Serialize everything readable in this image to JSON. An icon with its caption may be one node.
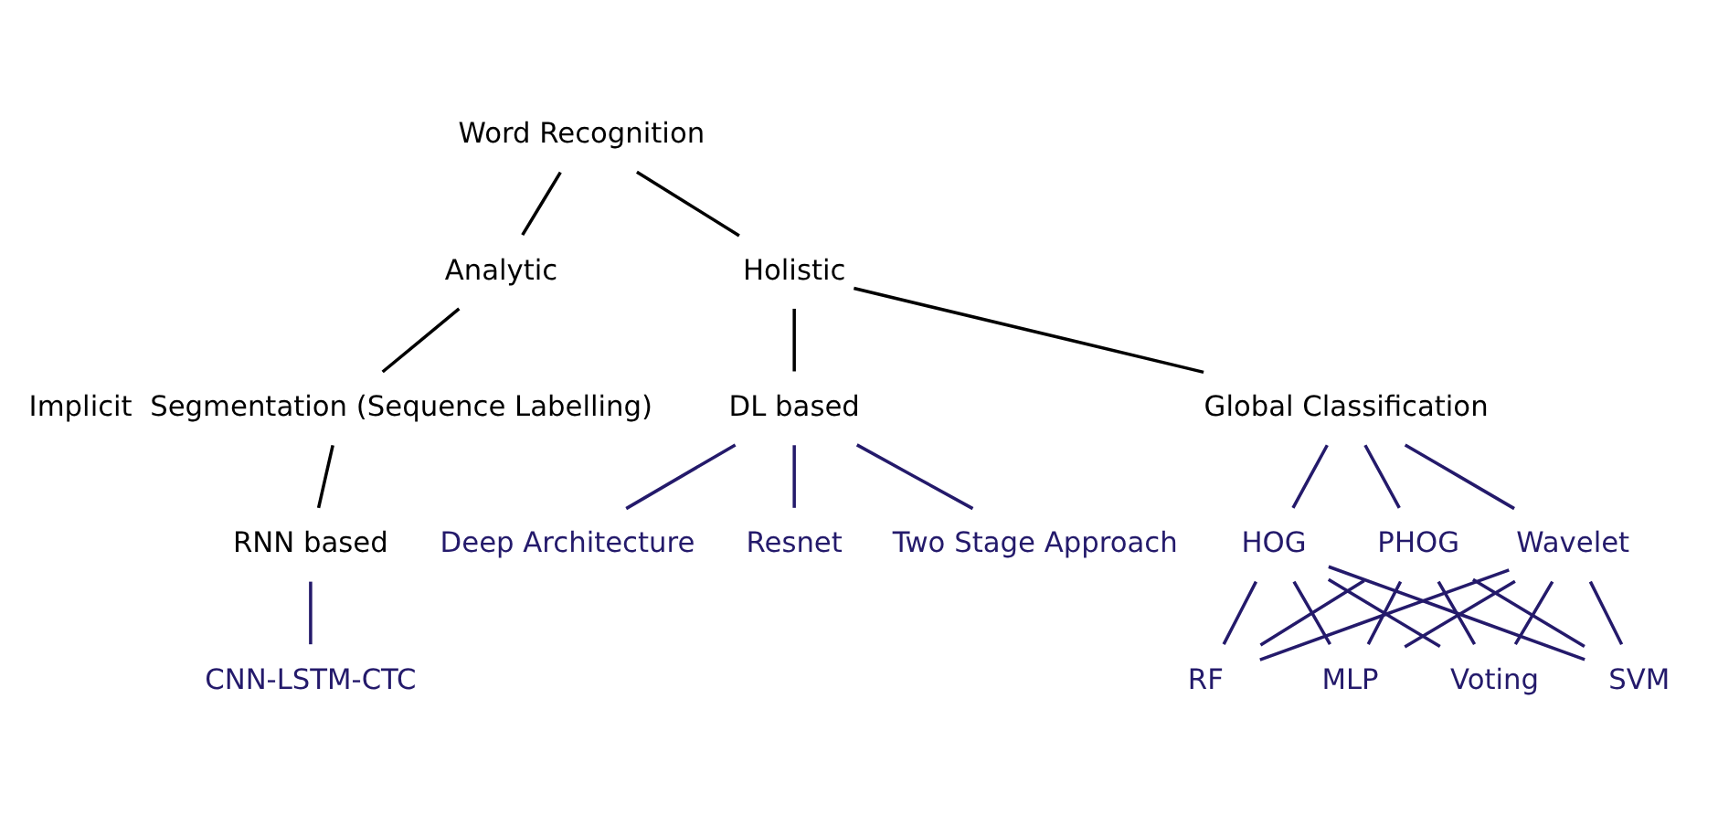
{
  "diagram": {
    "nodes": [
      {
        "text": [
          "Word Recognition"
        ]
      },
      {
        "text": [
          "Analytic"
        ]
      },
      {
        "text": [
          "Holistic"
        ]
      },
      {
        "text": [
          "Implicit  Segmentation (Sequence Labelling)"
        ]
      },
      {
        "text": [
          "RNN based"
        ]
      },
      {
        "text": [
          "CNN-LSTM-CTC"
        ]
      },
      {
        "text": [
          "Global Classification"
        ]
      },
      {
        "text": [
          "DL based"
        ]
      },
      {
        "text": [
          "HOG"
        ]
      },
      {
        "text": [
          "PHOG"
        ]
      },
      {
        "text": [
          "Wavelet"
        ]
      },
      {
        "text": [
          "Deep Architecture"
        ]
      },
      {
        "text": [
          "Resnet"
        ]
      },
      {
        "text": [
          "Two Stage Approach"
        ]
      },
      {
        "text": [
          "SVM"
        ]
      },
      {
        "text": [
          "RF"
        ]
      },
      {
        "text": [
          "MLP"
        ]
      },
      {
        "text": [
          "Voting"
        ]
      }
    ],
    "edges": [
      {
        "from": 0,
        "to": 1,
        "arrow": "none",
        "color": "#000000"
      },
      {
        "from": 0,
        "to": 2,
        "arrow": "none",
        "color": "#000000"
      },
      {
        "from": 1,
        "to": 3,
        "arrow": "none",
        "color": "#000000"
      },
      {
        "from": 3,
        "to": 4,
        "arrow": "none",
        "color": "#000000"
      },
      {
        "from": 4,
        "to": 5,
        "arrow": "none"
      },
      {
        "from": 2,
        "to": 6,
        "arrow": "none",
        "color": "#000000"
      },
      {
        "from": 2,
        "to": 7,
        "arrow": "none",
        "color": "#000000"
      },
      {
        "from": 6,
        "to": 8,
        "arrow": "none"
      },
      {
        "from": 6,
        "to": 9,
        "arrow": "none"
      },
      {
        "from": 6,
        "to": 10,
        "arrow": "none"
      },
      {
        "from": 7,
        "to": 11,
        "arrow": "none"
      },
      {
        "from": 7,
        "to": 12,
        "arrow": "none"
      },
      {
        "from": 7,
        "to": 13,
        "arrow": "none"
      },
      {
        "from": 8,
        "to": 14,
        "arrow": "none"
      },
      {
        "from": 8,
        "to": 15,
        "arrow": "none"
      },
      {
        "from": 8,
        "to": 16,
        "arrow": "none"
      },
      {
        "from": 8,
        "to": 17,
        "arrow": "none"
      },
      {
        "from": 9,
        "to": 14,
        "arrow": "none"
      },
      {
        "from": 9,
        "to": 15,
        "arrow": "none"
      },
      {
        "from": 9,
        "to": 16,
        "arrow": "none"
      },
      {
        "from": 9,
        "to": 17,
        "arrow": "none"
      },
      {
        "from": 10,
        "to": 14,
        "arrow": "none"
      },
      {
        "from": 10,
        "to": 15,
        "arrow": "none"
      },
      {
        "from": 10,
        "to": 16,
        "arrow": "none"
      },
      {
        "from": 10,
        "to": 17,
        "arrow": "none"
      }
    ]
  }
}
